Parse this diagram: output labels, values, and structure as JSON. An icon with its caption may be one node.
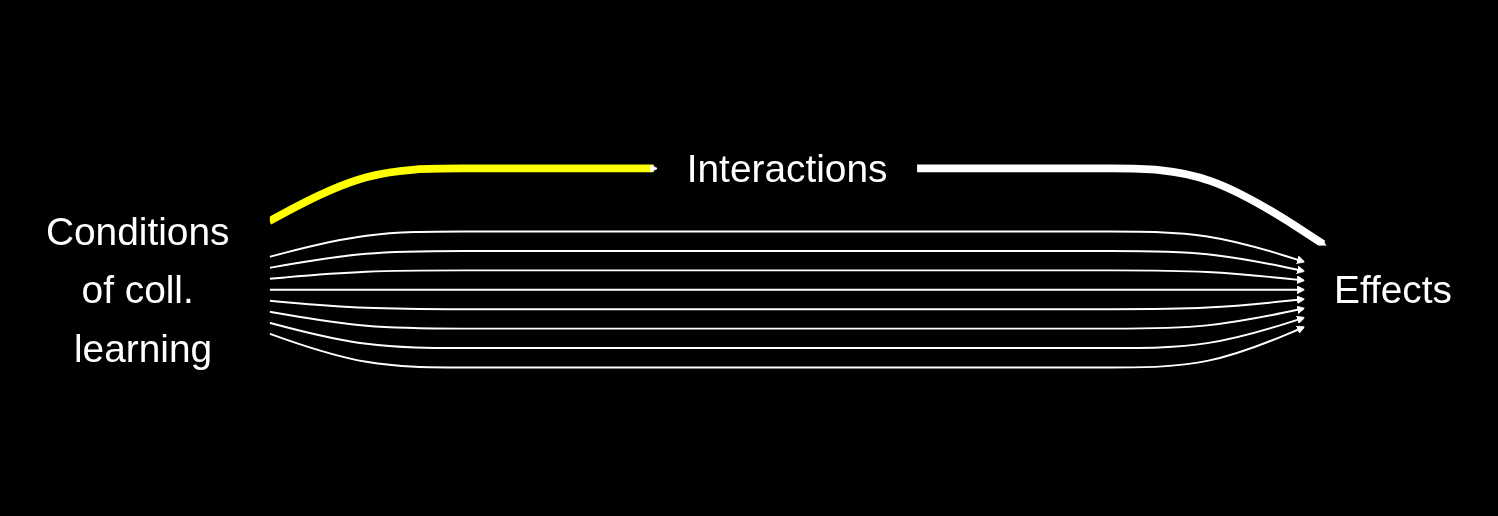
{
  "diagram": {
    "nodes": [
      {
        "text": [
          "Conditions of coll. learning"
        ]
      },
      {
        "text": [
          "Interactions"
        ]
      },
      {
        "text": [
          "Effects"
        ]
      }
    ],
    "edges": [
      {
        "from": 0,
        "to": 1,
        "arrow": "to",
        "style": "thick",
        "color": "#ffff00"
      },
      {
        "from": 1,
        "to": 2,
        "arrow": "to",
        "style": "thick"
      },
      {
        "from": 0,
        "to": 2,
        "arrow": "to"
      },
      {
        "from": 0,
        "to": 2,
        "arrow": "to"
      },
      {
        "from": 0,
        "to": 2,
        "arrow": "to"
      },
      {
        "from": 0,
        "to": 2,
        "arrow": "to"
      },
      {
        "from": 0,
        "to": 2,
        "arrow": "to"
      },
      {
        "from": 0,
        "to": 2,
        "arrow": "to"
      },
      {
        "from": 0,
        "to": 2,
        "arrow": "to"
      },
      {
        "from": 0,
        "to": 2,
        "arrow": "to"
      }
    ]
  }
}
